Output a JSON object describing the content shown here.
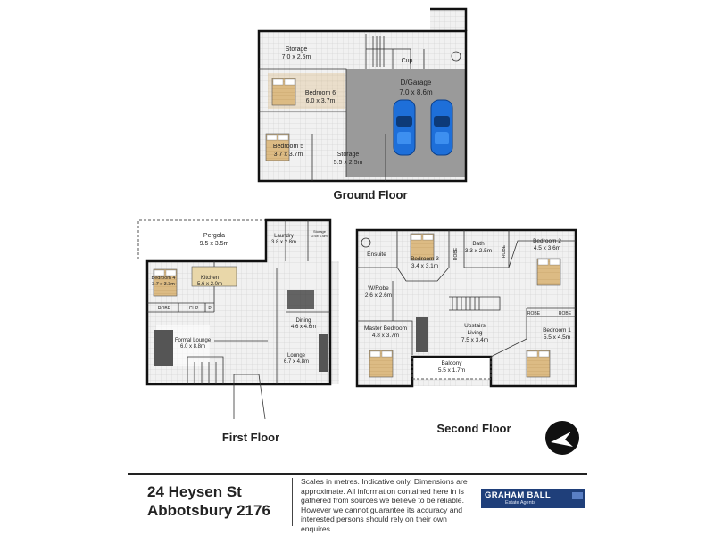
{
  "floors": {
    "ground": {
      "title": "Ground Floor",
      "rooms": {
        "storage_top": {
          "name": "Storage",
          "size": "7.0 x 2.5m"
        },
        "bedroom6": {
          "name": "Bedroom 6",
          "size": "6.0 x 3.7m"
        },
        "bedroom5": {
          "name": "Bedroom 5",
          "size": "3.7 x 3.7m"
        },
        "garage": {
          "name": "D/Garage",
          "size": "7.0 x 8.6m"
        },
        "storage_bottom": {
          "name": "Storage",
          "size": "5.5 x 2.5m"
        },
        "cup": {
          "name": "Cup"
        }
      }
    },
    "first": {
      "title": "First Floor",
      "rooms": {
        "pergola": {
          "name": "Pergola",
          "size": "9.5 x 3.5m"
        },
        "laundry": {
          "name": "Laundry",
          "size": "3.8 x 2.8m"
        },
        "storage": {
          "name": "Storage",
          "size": "2.6x 1.6m"
        },
        "bedroom4": {
          "name": "Bedroom 4",
          "size": "3.7 x 3.3m"
        },
        "kitchen": {
          "name": "Kitchen",
          "size": "5.6 x 2.0m"
        },
        "robe": {
          "name": "ROBE"
        },
        "cup": {
          "name": "CUP"
        },
        "pantry": {
          "name": "P"
        },
        "dining": {
          "name": "Dining",
          "size": "4.6 x 4.6m"
        },
        "formal_lounge": {
          "name": "Formal Lounge",
          "size": "6.0 x 8.8m"
        },
        "lounge": {
          "name": "Lounge",
          "size": "6.7 x 4.8m"
        }
      }
    },
    "second": {
      "title": "Second Floor",
      "rooms": {
        "ensuite": {
          "name": "Ensuite"
        },
        "bedroom3": {
          "name": "Bedroom 3",
          "size": "3.4 x 3.1m"
        },
        "robe_a": {
          "name": "ROBE"
        },
        "bath": {
          "name": "Bath",
          "size": "3.3 x 2.5m"
        },
        "robe_b": {
          "name": "ROBE"
        },
        "bedroom2": {
          "name": "Bedroom 2",
          "size": "4.5 x 3.6m"
        },
        "walk_robe": {
          "name": "W/Robe",
          "size": "2.6 x 2.6m"
        },
        "upstairs_living": {
          "name": "Upstairs",
          "name2": "Living",
          "size": "7.5 x 3.4m"
        },
        "robe_c": {
          "name": "ROBE"
        },
        "robe_d": {
          "name": "ROBE"
        },
        "master": {
          "name": "Master Bedroom",
          "size": "4.8 x 3.7m"
        },
        "bedroom1": {
          "name": "Bedroom 1",
          "size": "5.5 x 4.5m"
        },
        "balcony": {
          "name": "Balcony",
          "size": "5.5 x 1.7m"
        }
      }
    }
  },
  "address": {
    "line1": "24 Heysen St",
    "line2": "Abbotsbury 2176"
  },
  "disclaimer": "Scales in metres. Indicative only. Dimensions are approximate. All information contained here in is gathered from sources we believe to be reliable. However we cannot guarantee its accuracy and interested persons should rely on their own enquires.",
  "logo": {
    "name": "GRAHAM BALL",
    "sub": "Estate Agents"
  },
  "colors": {
    "garage_floor": "#9a9a9a",
    "car": "#1e6fd9",
    "timber": "#d9b77f",
    "tile": "#e8e8e8",
    "logo_bg": "#1f3f7a"
  },
  "icons": {
    "compass": "north-arrow-icon",
    "car": "car-icon",
    "bed": "bed-icon"
  }
}
